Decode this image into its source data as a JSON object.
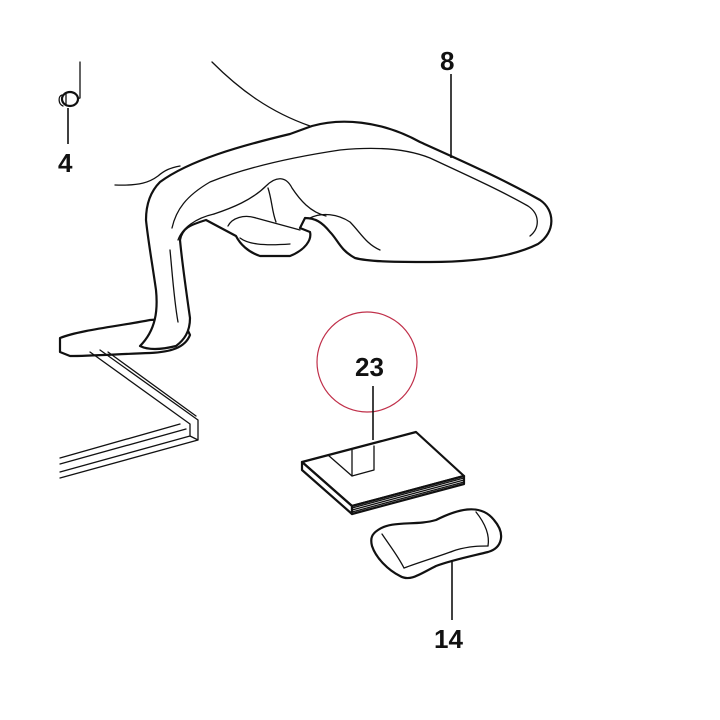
{
  "diagram": {
    "labels": {
      "part_4": "4",
      "part_8": "8",
      "part_23": "23",
      "part_14": "14"
    },
    "highlight_color": "#c0304a",
    "line_color": "#111111"
  }
}
